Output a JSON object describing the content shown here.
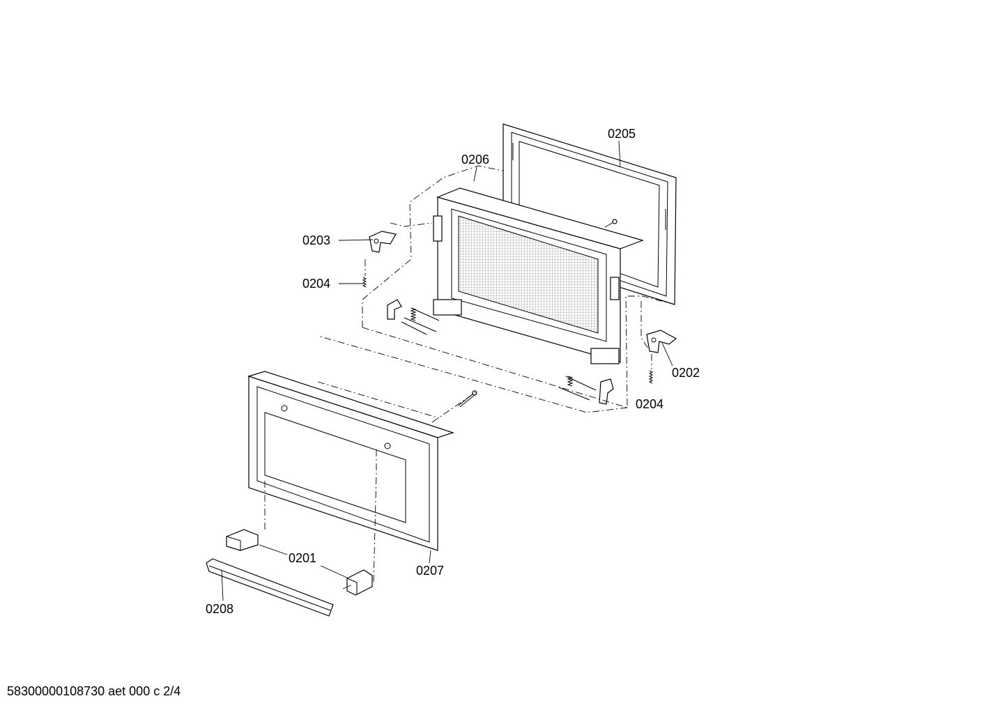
{
  "callouts": {
    "c0201": "0201",
    "c0202": "0202",
    "c0203": "0203",
    "c0204a": "0204",
    "c0204b": "0204",
    "c0205": "0205",
    "c0206": "0206",
    "c0207": "0207",
    "c0208": "0208"
  },
  "footer_text": "58300000108730 aet 000 c 2/4"
}
